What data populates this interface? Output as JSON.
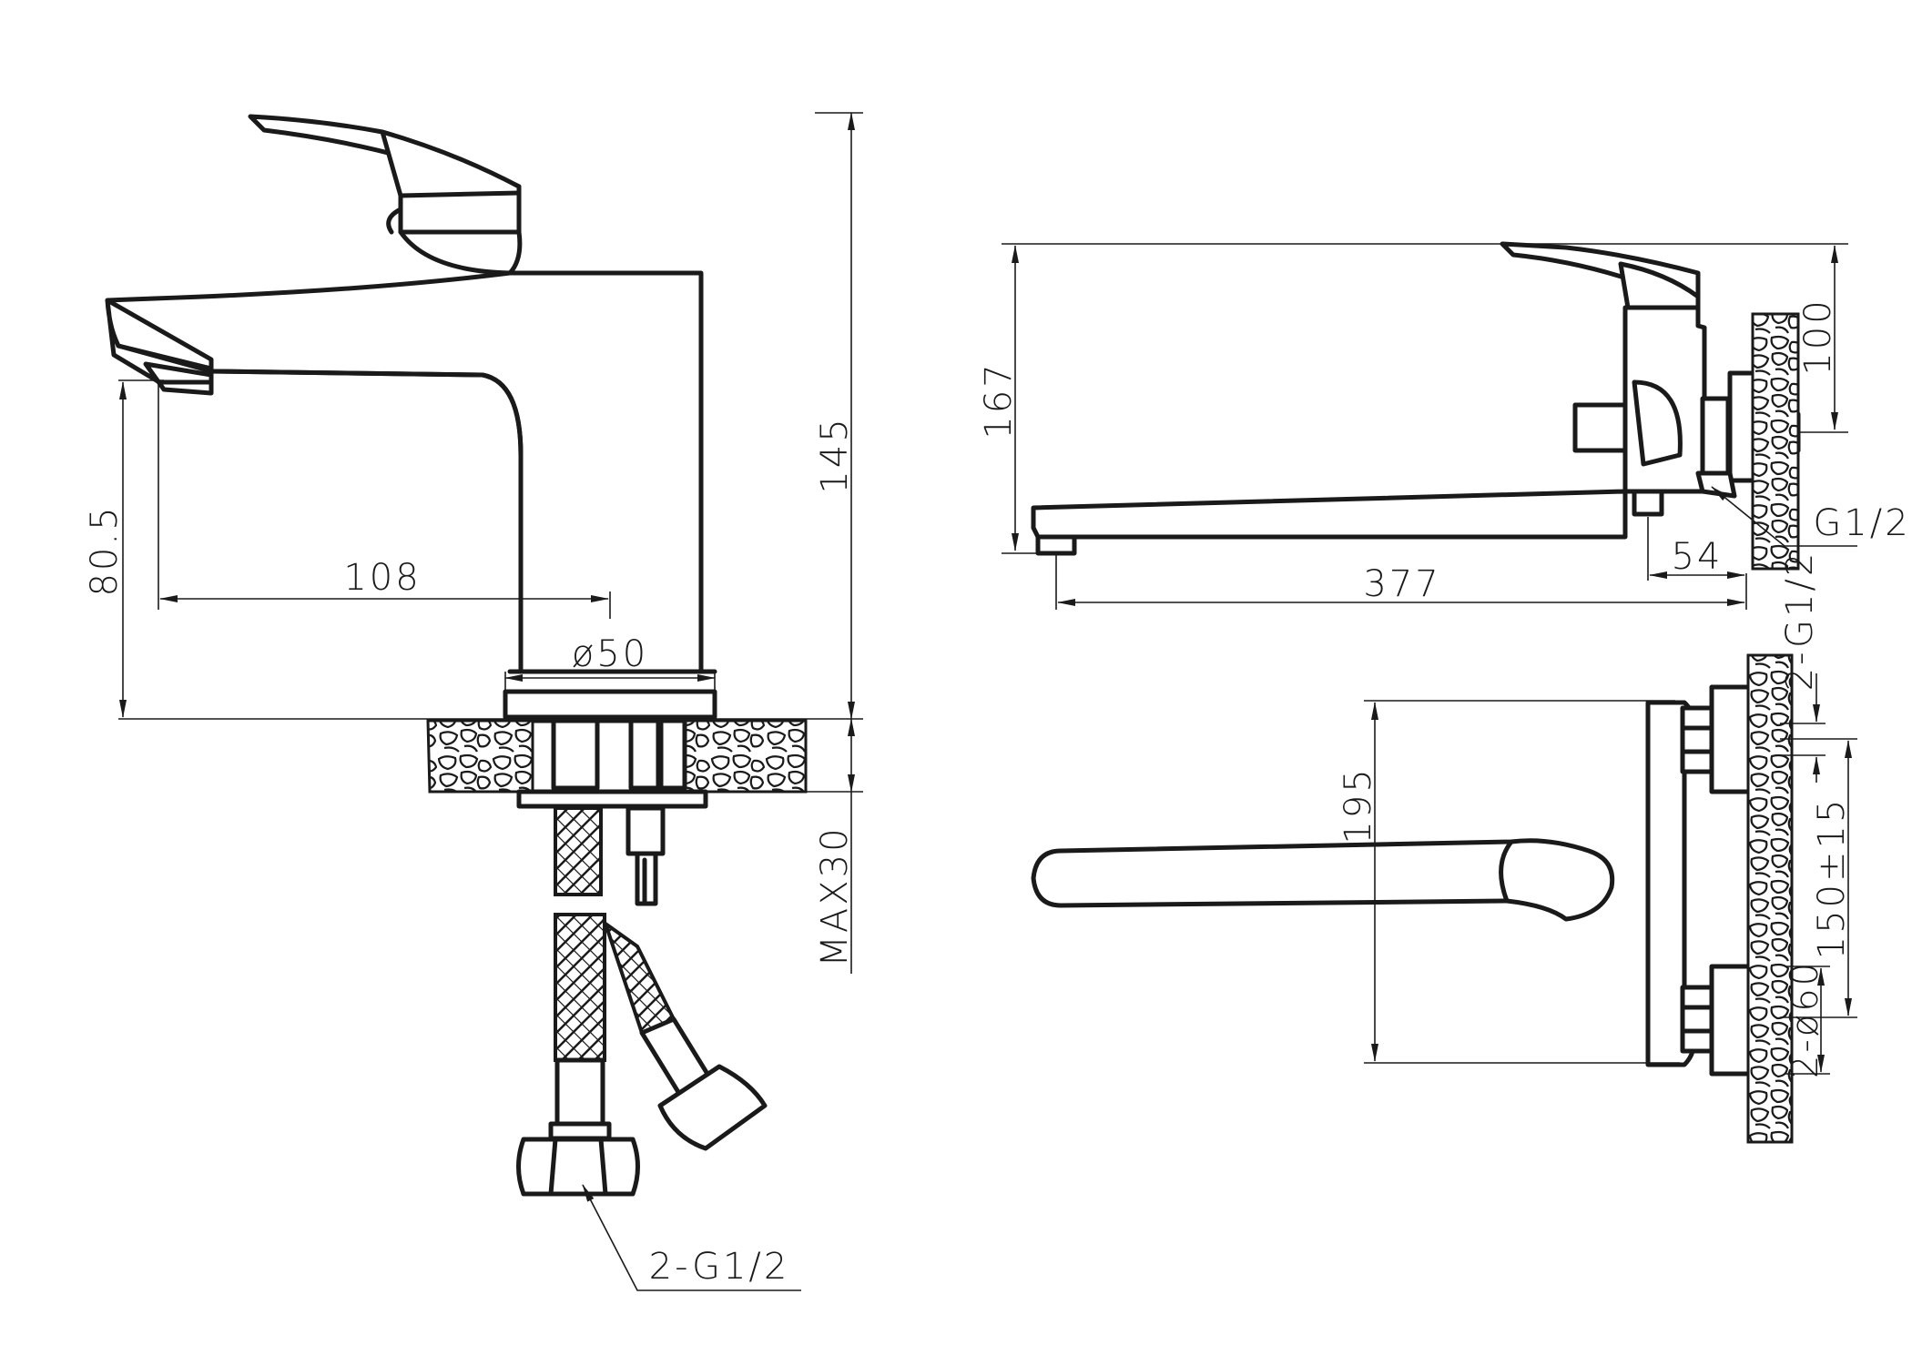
{
  "basin_mixer": {
    "height": "145",
    "spout_height": "80.5",
    "spout_reach": "108",
    "base_diameter": "ø50",
    "max_counter_thickness": "MAX30",
    "hose_connection": "2-G1/2"
  },
  "wall_mixer_side": {
    "overall_height": "167",
    "body_height": "100",
    "spout_length": "377",
    "wall_offset": "54",
    "connection": "G1/2"
  },
  "wall_mixer_front": {
    "height": "195",
    "inlet_connection": "2-G1/2",
    "center_distance": "150±15",
    "escutcheon": "2-ø60"
  },
  "colors": {
    "line": "#1a1a1a",
    "background": "#ffffff"
  }
}
